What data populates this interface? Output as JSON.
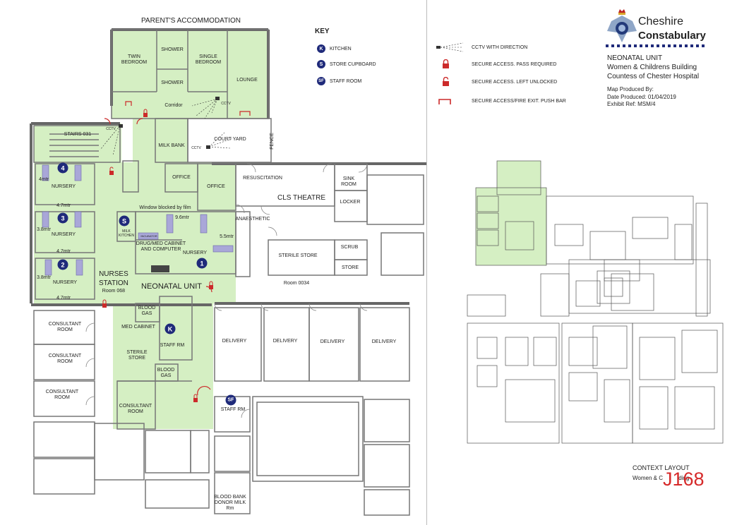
{
  "title": "PARENT'S ACCOMMODATION",
  "key": {
    "title": "KEY",
    "items": [
      {
        "badge": "K",
        "label": "KITCHEN"
      },
      {
        "badge": "S",
        "label": "STORE CUPBOARD"
      },
      {
        "badge": "SF",
        "label": "STAFF ROOM"
      }
    ]
  },
  "legend": [
    {
      "icon": "cctv-icon",
      "label": "CCTV WITH DIRECTION"
    },
    {
      "icon": "locked-padlock-icon",
      "label": "SECURE ACCESS. PASS REQUIRED"
    },
    {
      "icon": "unlocked-padlock-icon",
      "label": "SECURE ACCESS. LEFT UNLOCKED"
    },
    {
      "icon": "push-bar-exit-icon",
      "label": "SECURE ACCESS/FIRE EXIT.  PUSH BAR"
    }
  ],
  "brand": {
    "line1": "Cheshire",
    "line2": "Constabulary"
  },
  "info": {
    "unit": "NEONATAL UNIT",
    "building": "Women & Childrens Building",
    "hospital": "Countess of Chester Hospital",
    "produced_by": "Map Produced By:",
    "date": "Date Produced: 01/04/2019",
    "exhibit": "Exhibit Ref: MSM/4"
  },
  "context": {
    "title": "CONTEXT LAYOUT",
    "subtitle": "Women & C          ding",
    "stamp": "J168"
  },
  "colors": {
    "green": "#d5efc3",
    "navy": "#1f2a7a",
    "red": "#cc2a2a",
    "wall": "#666666"
  },
  "rooms": {
    "twin_bedroom": "TWIN\nBEDROOM",
    "shower1": "SHOWER",
    "shower2": "SHOWER",
    "single_bedroom": "SINGLE\nBEDROOM",
    "lounge": "LOUNGE",
    "corridor": "Corridor",
    "stairs": "STAIRS 031",
    "milk_bank": "MILK BANK",
    "court_yard": "COURT YARD",
    "fence": "FENCE",
    "office1": "OFFICE",
    "office2": "OFFICE",
    "resuscitation": "RESUSCITATION",
    "cls_theatre": "CLS THEATRE",
    "sink_room": "SINK\nROOM",
    "locker": "LOCKER",
    "anaesthetic": "ANAESTHETIC",
    "sterile_store": "STERILE STORE",
    "scrub": "SCRUB",
    "store": "STORE",
    "room_0034": "Room 0034",
    "nursery4": "NURSERY",
    "nursery3": "NURSERY",
    "nursery2": "NURSERY",
    "nursery1": "NURSERY",
    "window_blocked": "Window blocked by film",
    "milk_kitchen": "MILK\nKITCHEN",
    "drug_cabinet": "DRUG/MED CABINET\nAND COMPUTER",
    "nurses_station": "NURSES\nSTATION",
    "room_068": "Room 068",
    "neonatal_unit": "NEONATAL UNIT",
    "blood_gas1": "BLOOD\nGAS",
    "blood_gas2": "BLOOD\nGAS",
    "med_cabinet": "MED CABINET",
    "sterile_store2": "STERILE\nSTORE",
    "staff_rm1": "STAFF RM",
    "staff_rm2": "STAFF RM",
    "consultant1": "CONSULTANT\nROOM",
    "consultant2": "CONSULTANT\nROOM",
    "consultant3": "CONSULTANT\nROOM",
    "consultant4": "CONSULTANT\nROOM",
    "delivery1": "DELIVERY",
    "delivery2": "DELIVERY",
    "delivery3": "DELIVERY",
    "delivery4": "DELIVERY",
    "blood_bank": "BLOOD BANK\nDONOR MILK\nRm"
  },
  "dimensions": {
    "d1": "4mtr",
    "d2": "4.7mtr",
    "d3": "3.8mtr",
    "d4": "4.7mtr",
    "d5": "3.8mtr",
    "d6": "4.7mtr",
    "d7": "9.6mtr",
    "d8": "5.5mtr"
  },
  "nursery_numbers": [
    "4",
    "3",
    "2",
    "1"
  ],
  "badges": {
    "store": "S",
    "kitchen": "K",
    "staff": "SF"
  },
  "cctv_label": "CCTV",
  "incubator_label": "INCUBATOR"
}
